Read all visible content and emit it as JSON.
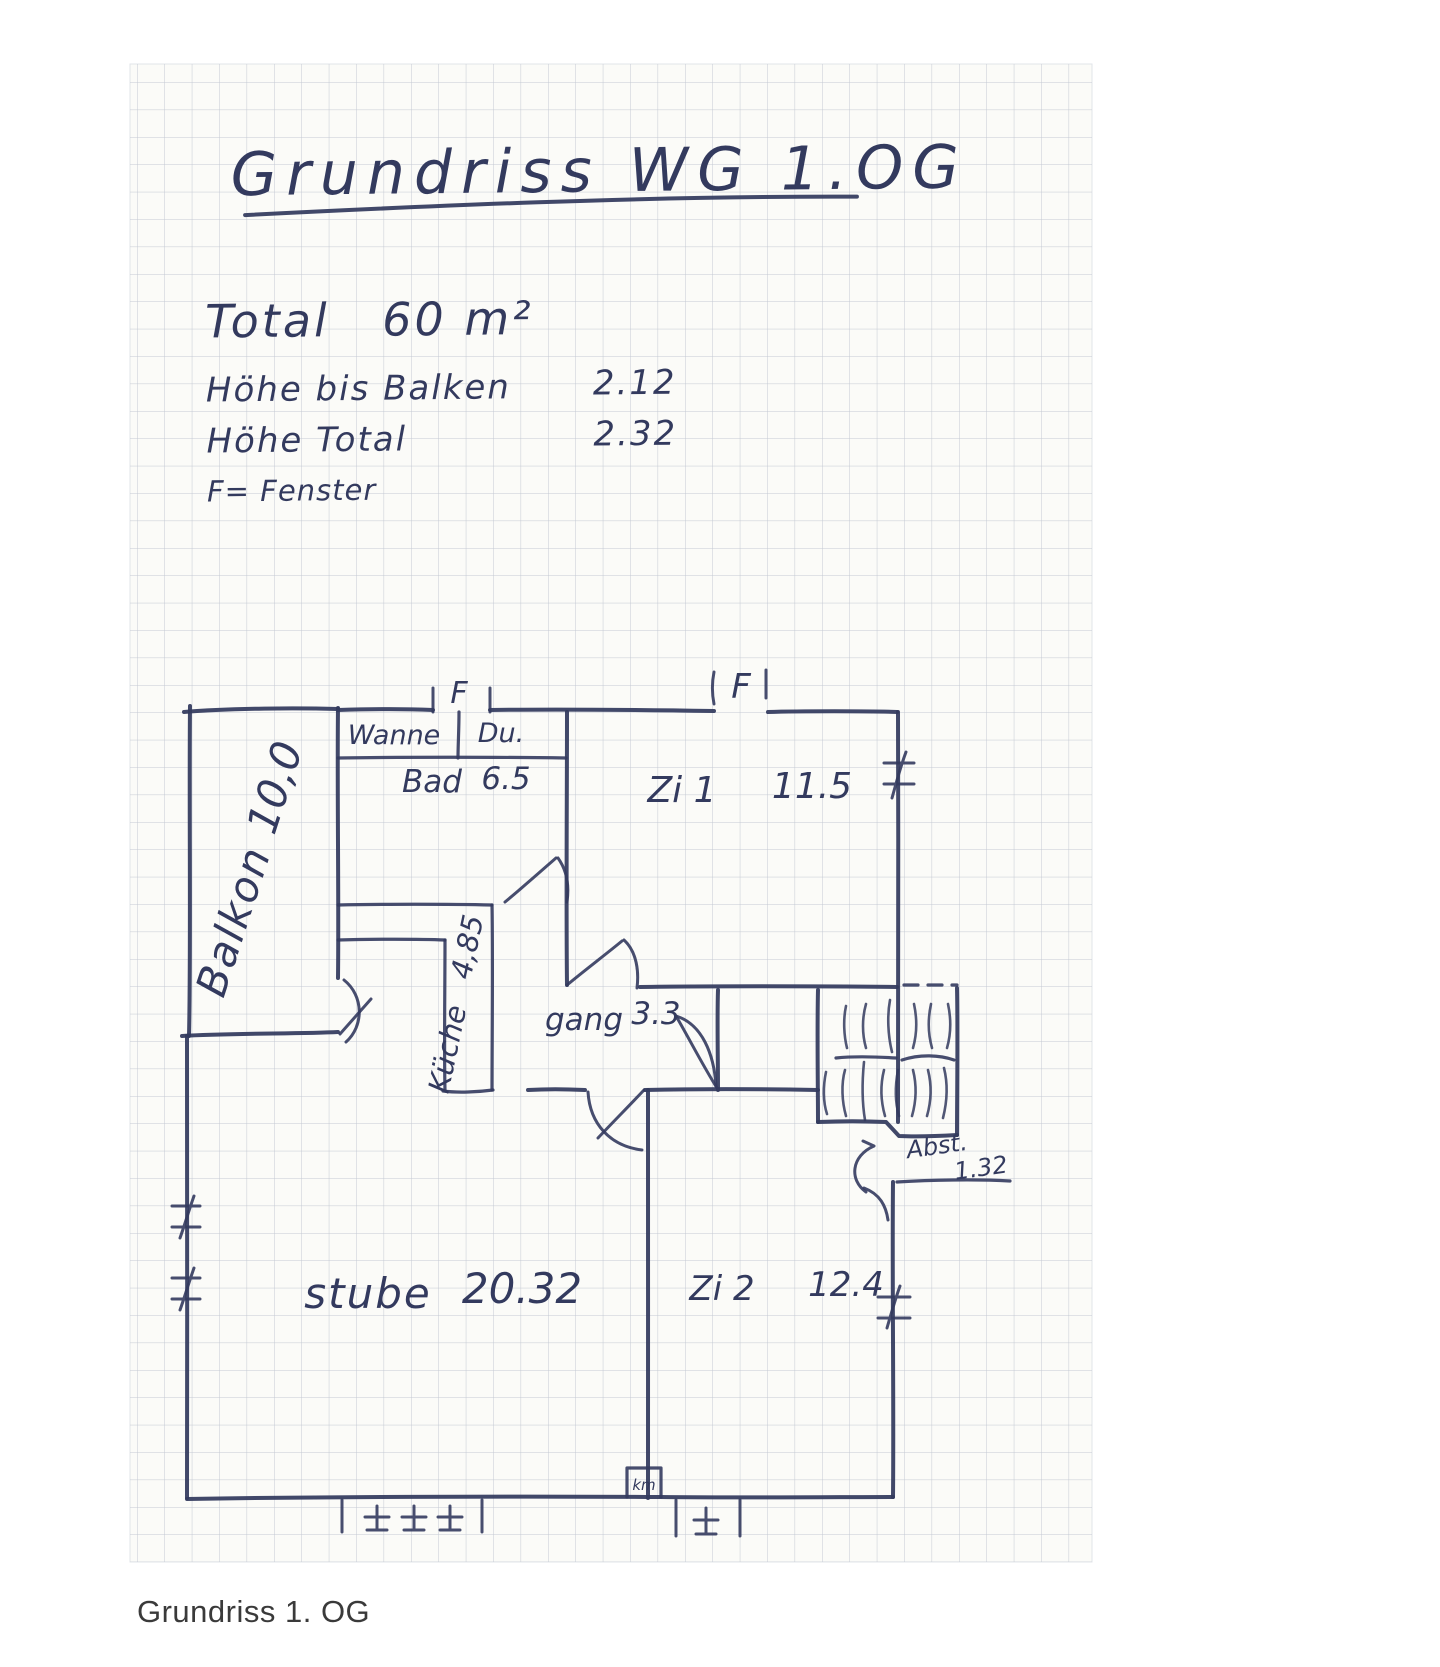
{
  "document": {
    "caption": "Grundriss 1. OG",
    "sheet": {
      "title": "Grundriss WG 1.OG",
      "total_label": "Total",
      "total_value": "60 m²",
      "rows": [
        {
          "label": "Höhe bis Balken",
          "value": "2.12"
        },
        {
          "label": "Höhe Total",
          "value": "2.32"
        }
      ],
      "legend": "F= Fenster"
    }
  },
  "floorplan": {
    "window_letter": "F",
    "rooms": [
      {
        "id": "balkon",
        "name": "Balkon",
        "area": "10,0"
      },
      {
        "id": "wanne",
        "name": "Wanne",
        "area": ""
      },
      {
        "id": "dusche",
        "name": "Du.",
        "area": ""
      },
      {
        "id": "bad",
        "name": "Bad",
        "area": "6.5"
      },
      {
        "id": "zi1",
        "name": "Zi 1",
        "area": "11.5"
      },
      {
        "id": "kueche",
        "name": "Küche",
        "area": "4,85"
      },
      {
        "id": "gang",
        "name": "gang",
        "area": "3.3"
      },
      {
        "id": "abstellraum",
        "name": "Abst.",
        "area": "1.32"
      },
      {
        "id": "zi2",
        "name": "Zi 2",
        "area": "12.4"
      },
      {
        "id": "stube",
        "name": "stube",
        "area": "20.32"
      },
      {
        "id": "kamin",
        "name": "km",
        "area": ""
      }
    ],
    "colors": {
      "ink": "#333a5e",
      "grid": "#c4c9d3",
      "paper": "#fbfbf8"
    }
  }
}
